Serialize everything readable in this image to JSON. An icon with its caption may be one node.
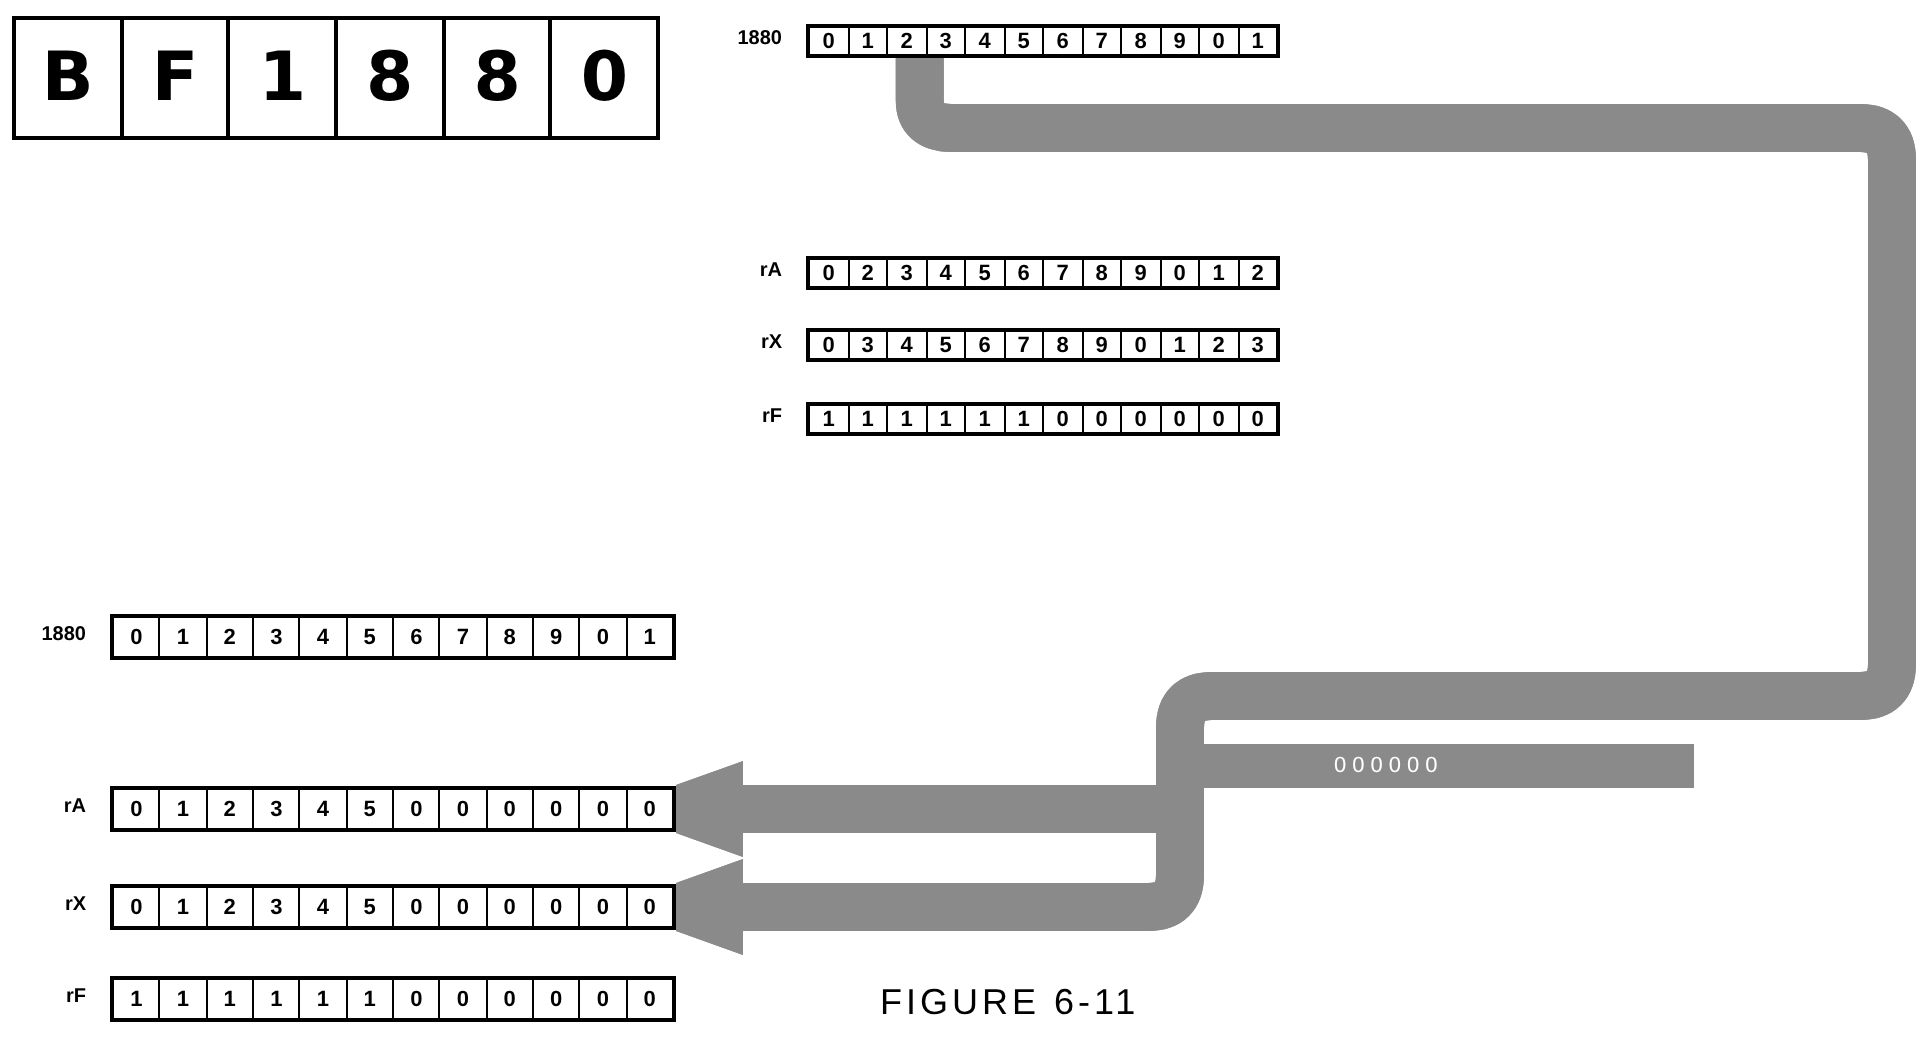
{
  "diagram": {
    "caption": "FIGURE 6-11",
    "nodes": [
      {
        "text": [
          "B",
          "F",
          "1",
          "8",
          "8",
          "0"
        ]
      },
      {
        "text": [
          "0",
          "1",
          "2",
          "3",
          "4",
          "5",
          "6",
          "7",
          "8",
          "9",
          "0",
          "1"
        ],
        "beside": [
          "1880"
        ]
      },
      {
        "text": [
          "0",
          "2",
          "3",
          "4",
          "5",
          "6",
          "7",
          "8",
          "9",
          "0",
          "1",
          "2"
        ],
        "beside": [
          "rA"
        ]
      },
      {
        "text": [
          "0",
          "3",
          "4",
          "5",
          "6",
          "7",
          "8",
          "9",
          "0",
          "1",
          "2",
          "3"
        ],
        "beside": [
          "rX"
        ]
      },
      {
        "text": [
          "1",
          "1",
          "1",
          "1",
          "1",
          "1",
          "0",
          "0",
          "0",
          "0",
          "0",
          "0"
        ],
        "beside": [
          "rF"
        ]
      },
      {
        "text": [
          "0",
          "1",
          "2",
          "3",
          "4",
          "5",
          "6",
          "7",
          "8",
          "9",
          "0",
          "1"
        ],
        "beside": [
          "1880"
        ]
      },
      {
        "text": [
          "0",
          "1",
          "2",
          "3",
          "4",
          "5",
          "0",
          "0",
          "0",
          "0",
          "0",
          "0"
        ],
        "beside": [
          "rA"
        ]
      },
      {
        "text": [
          "0",
          "1",
          "2",
          "3",
          "4",
          "5",
          "0",
          "0",
          "0",
          "0",
          "0",
          "0"
        ],
        "beside": [
          "rX"
        ]
      },
      {
        "text": [
          "1",
          "1",
          "1",
          "1",
          "1",
          "1",
          "0",
          "0",
          "0",
          "0",
          "0",
          "0"
        ],
        "beside": [
          "rF"
        ]
      },
      {
        "text": [
          "000000"
        ]
      }
    ],
    "edges": [
      {
        "from": 1,
        "to": 6,
        "arrow": "to"
      },
      {
        "from": 1,
        "to": 7,
        "arrow": "to"
      },
      {
        "from": 9,
        "to": 6,
        "arrow": "to"
      },
      {
        "from": 9,
        "to": 7,
        "arrow": "to"
      }
    ]
  }
}
